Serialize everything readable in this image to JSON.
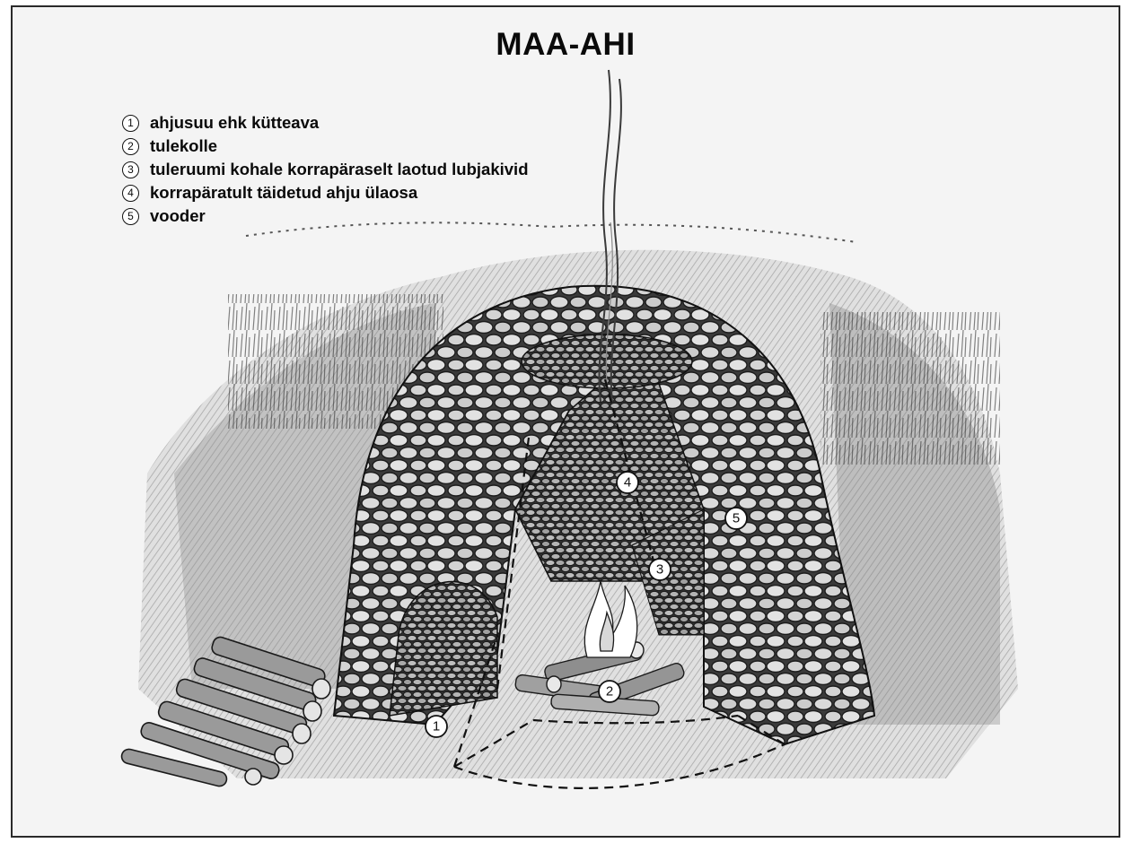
{
  "title": "MAA-AHI",
  "legend": [
    {
      "number": "1",
      "label": "ahjusuu ehk kütteava"
    },
    {
      "number": "2",
      "label": "tulekolle"
    },
    {
      "number": "3",
      "label": "tuleruumi kohale korrapäraselt laotud lubjakivid"
    },
    {
      "number": "4",
      "label": "korrapäratult täidetud ahju ülaosa"
    },
    {
      "number": "5",
      "label": "vooder"
    }
  ],
  "markers": [
    "1",
    "2",
    "3",
    "4",
    "5"
  ],
  "icons": [
    "smoke-plume",
    "fire-flames",
    "firewood-pile",
    "stone-dome"
  ]
}
